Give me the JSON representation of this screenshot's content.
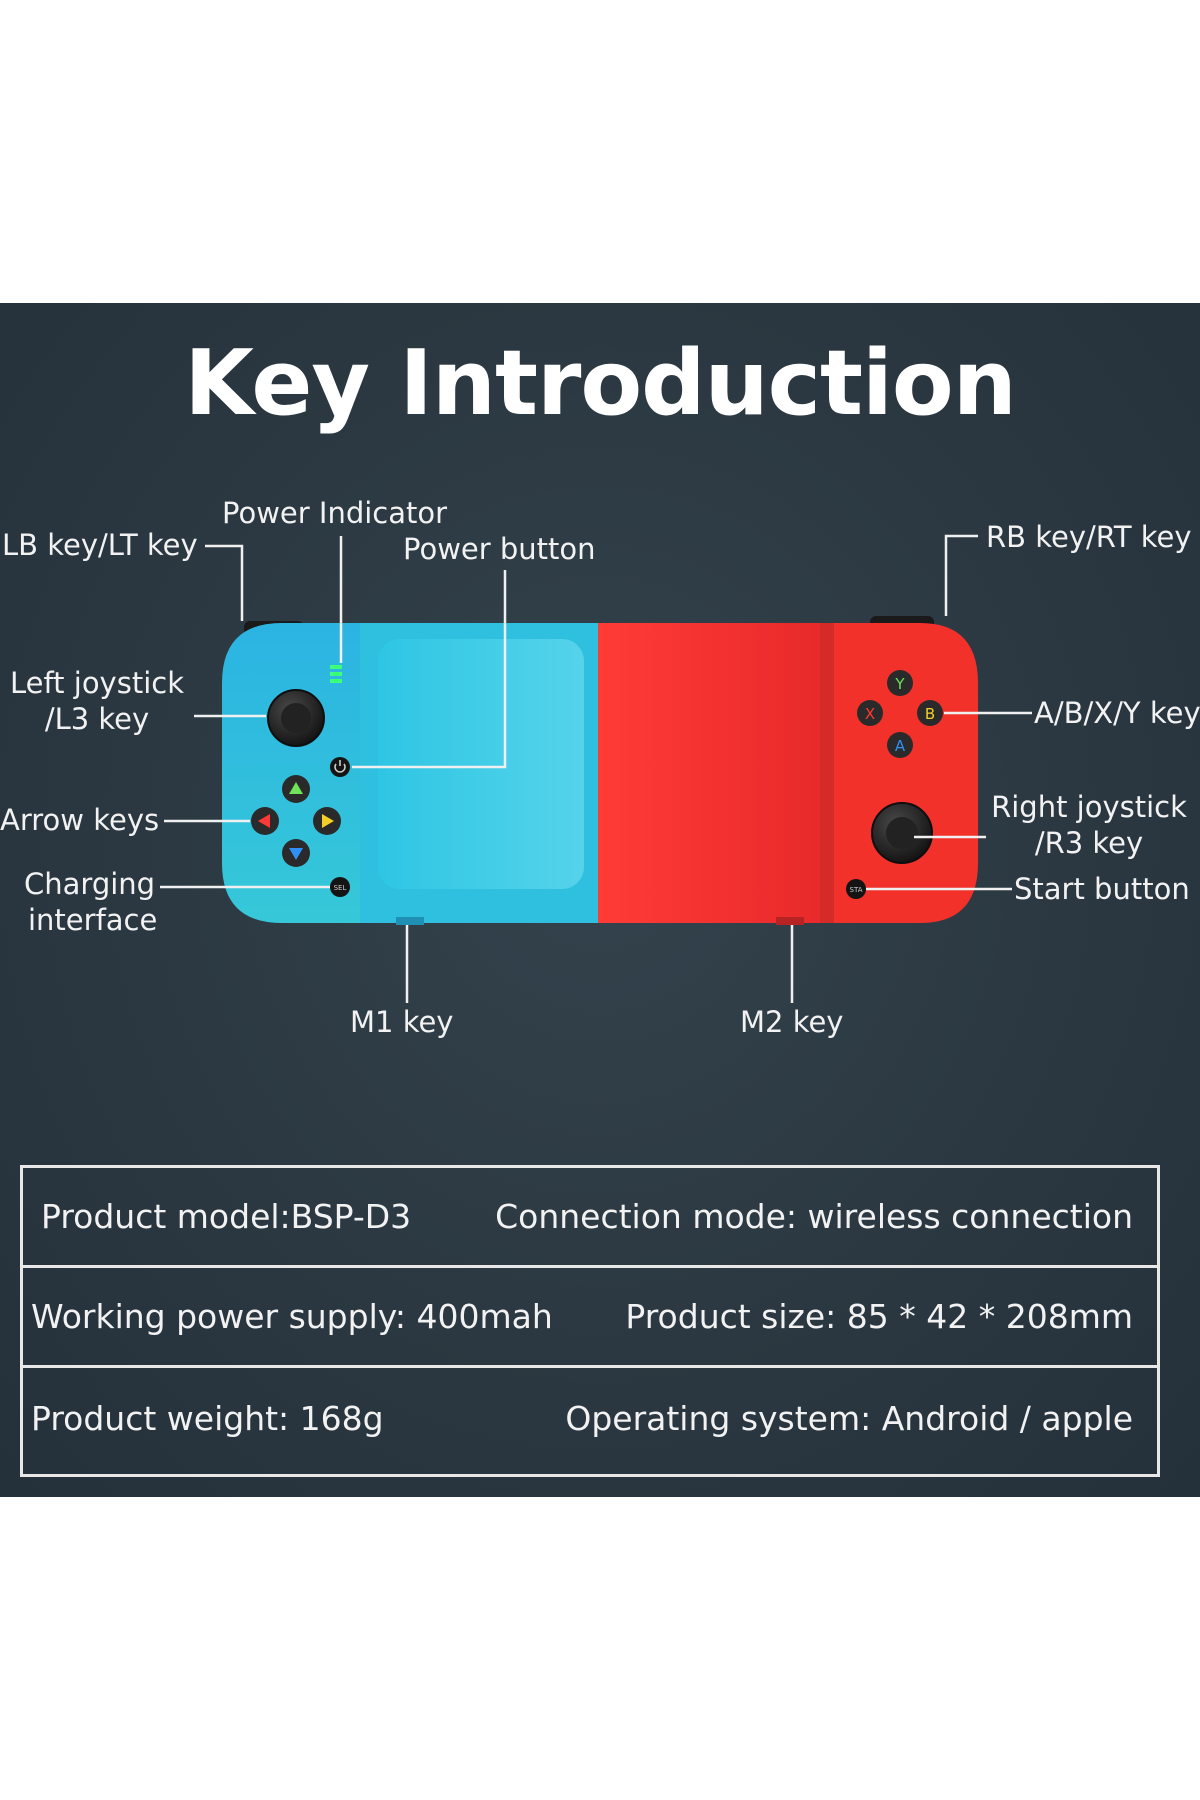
{
  "title": "Key Introduction",
  "labels": {
    "power_indicator": "Power Indicator",
    "lb_lt_key": "LB key/LT key",
    "power_button": "Power button",
    "rb_rt_key": "RB key/RT key",
    "left_joystick_line1": "Left joystick",
    "left_joystick_line2": "/L3 key",
    "abxy_key": "A/B/X/Y key",
    "arrow_keys": "Arrow keys",
    "right_joystick_line1": "Right joystick",
    "right_joystick_line2": "/R3 key",
    "charging_line1": "Charging",
    "charging_line2": "interface",
    "start_button": "Start button",
    "m1_key": "M1 key",
    "m2_key": "M2 key"
  },
  "buttons": {
    "y": "Y",
    "b": "B",
    "x": "X",
    "a": "A",
    "sel": "SEL",
    "sta": "STA"
  },
  "specs": {
    "model": "Product model:BSP-D3",
    "connection": "Connection mode: wireless connection",
    "power_supply": "Working power supply: 400mah",
    "size": "Product size: 85 * 42 * 208mm",
    "weight": "Product weight: 168g",
    "os": "Operating system: Android / apple"
  },
  "colors": {
    "background": "#2b3841",
    "left_grip": "#2fb8e0",
    "right_grip": "#f2322c",
    "text": "#f2f2f2"
  }
}
